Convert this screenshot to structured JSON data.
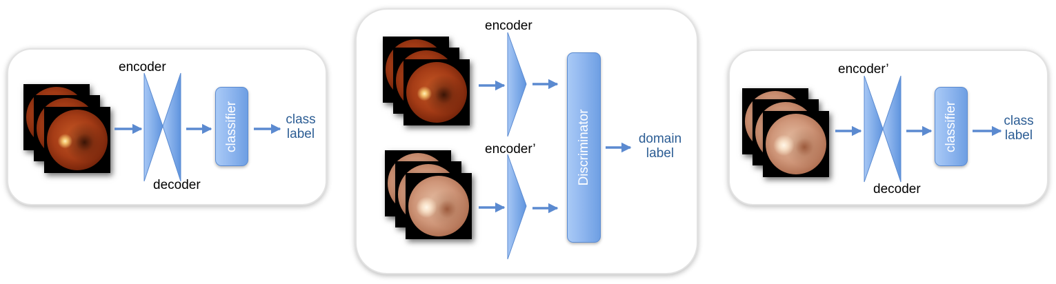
{
  "panel_source": {
    "encoder_label": "encoder",
    "decoder_label": "decoder",
    "classifier_label": "classifier",
    "output_label": [
      "class",
      "label"
    ]
  },
  "panel_adversarial": {
    "encoder_label": "encoder",
    "encoder_prime_label": "encoder’",
    "discriminator_label": "Discriminator",
    "output_label": [
      "domain",
      "label"
    ]
  },
  "panel_target": {
    "encoder_label": "encoder’",
    "decoder_label": "decoder",
    "classifier_label": "classifier",
    "output_label": [
      "class",
      "label"
    ]
  },
  "colors": {
    "shape_fill": "#7aa7e8",
    "arrow": "#5b8ad0",
    "label_text": "#2c5d94"
  },
  "icons": {
    "source_images": "dark-retinal-fundus-image-stack",
    "target_images": "pale-retinal-fundus-image-stack"
  }
}
